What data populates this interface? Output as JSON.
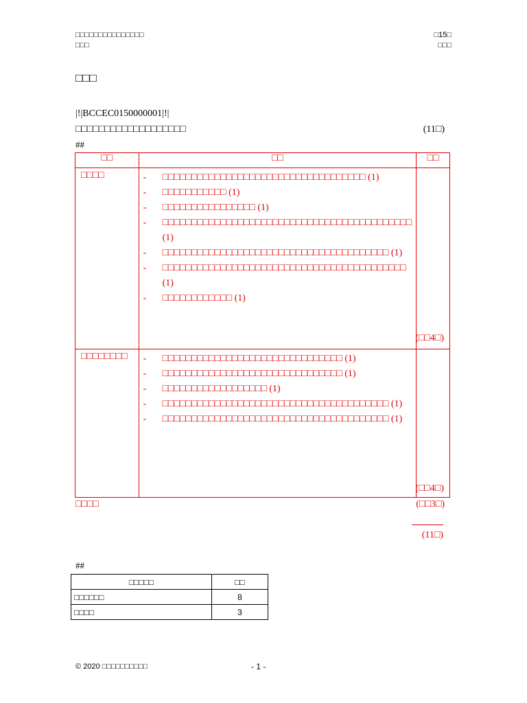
{
  "header": {
    "left_line1": "□□□□□□□□□□□□□□□",
    "left_line2": "□□□",
    "right_line1": "□15□",
    "right_line2": "□□□"
  },
  "section_title": "□□□",
  "question_id": "|!|BCCEC0150000001|!|",
  "question_text": "□□□□□□□□□□□□□□□□□□□",
  "question_marks": "(11□)",
  "separator_1": "##",
  "table": {
    "headers": [
      "□□",
      "□□",
      "□□"
    ],
    "rows": [
      {
        "category": "□□□□",
        "points": [
          "□□□□□□□□□□□□□□□□□□□□□□□□□□□□□□□□□□□ (1)",
          "□□□□□□□□□□□ (1)",
          "□□□□□□□□□□□□□□□□ (1)",
          "□□□□□□□□□□□□□□□□□□□□□□□□□□□□□□□□□□□□□□□□□□□ (1)",
          "□□□□□□□□□□□□□□□□□□□□□□□□□□□□□□□□□□□□□□□ (1)",
          "□□□□□□□□□□□□□□□□□□□□□□□□□□□□□□□□□□□□□□□□□□ (1)",
          "□□□□□□□□□□□□ (1)"
        ],
        "subtotal": "(□□4□)"
      },
      {
        "category": "□□□□□□□□",
        "points": [
          "□□□□□□□□□□□□□□□□□□□□□□□□□□□□□□□ (1)",
          "□□□□□□□□□□□□□□□□□□□□□□□□□□□□□□□ (1)",
          "□□□□□□□□□□□□□□□□□□ (1)",
          "□□□□□□□□□□□□□□□□□□□□□□□□□□□□□□□□□□□□□□□ (1)",
          "□□□□□□□□□□□□□□□□□□□□□□□□□□□□□□□□□□□□□□□ (1)"
        ],
        "subtotal": "(□□4□)"
      }
    ]
  },
  "overall": {
    "label": "□□□□",
    "marks": "(□□3□)"
  },
  "total_marks": "(11□)",
  "separator_2": "##",
  "summary_table": {
    "headers": [
      "□□□□□",
      "□□"
    ],
    "rows": [
      {
        "label": "□□□□□□",
        "value": "8"
      },
      {
        "label": "□□□□",
        "value": "3"
      }
    ]
  },
  "footer": {
    "copyright": "© 2020 □□□□□□□□□□",
    "page_number": "- 1 -"
  }
}
